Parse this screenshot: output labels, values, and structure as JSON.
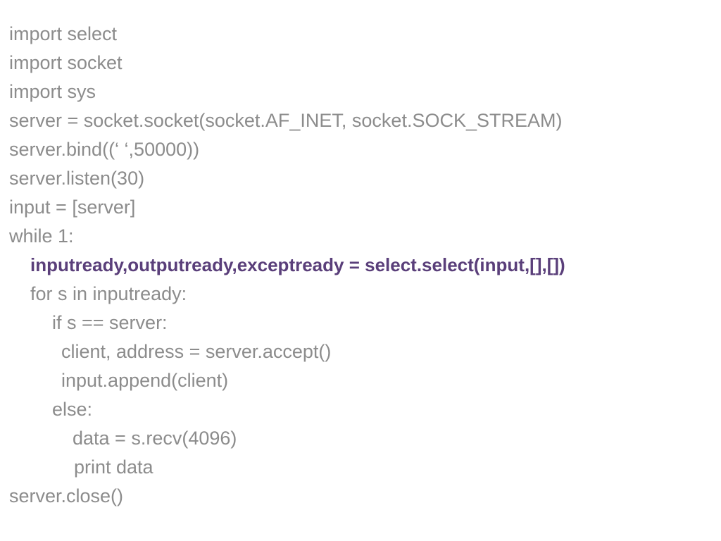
{
  "code": {
    "lines": [
      "import select",
      "import socket",
      "import sys",
      "server = socket.socket(socket.AF_INET, socket.SOCK_STREAM)",
      "server.bind((‘ ‘,50000))",
      "server.listen(30)",
      "input = [server]",
      "while 1:",
      "inputready,outputready,exceptready = select.select(input,[],[])",
      "for s in inputready:",
      "if s == server:",
      "client, address = server.accept()",
      "input.append(client)",
      "else:",
      "data = s.recv(4096)",
      "print data",
      "server.close()"
    ],
    "highlight_color": "#5a3f7a",
    "text_color": "#8c8c8c"
  }
}
